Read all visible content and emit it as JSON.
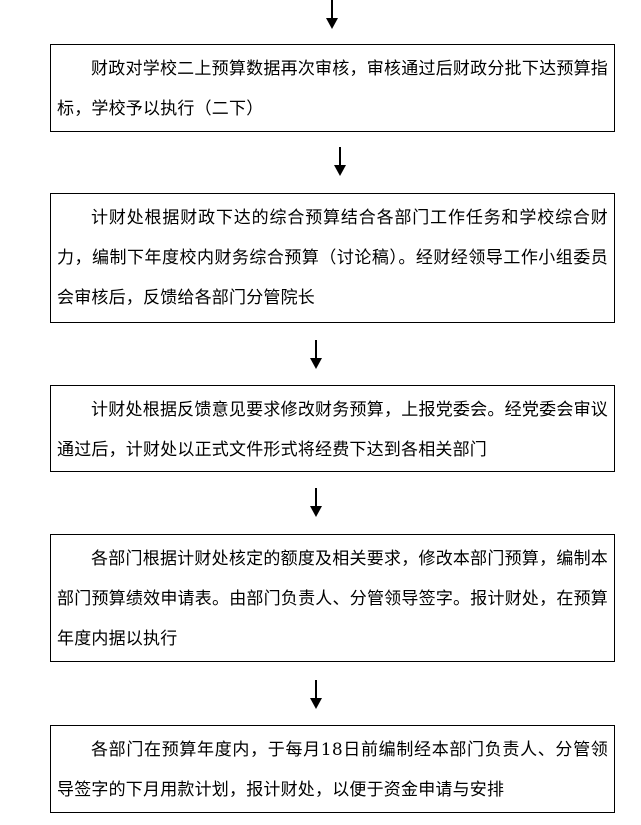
{
  "flow": {
    "steps": [
      {
        "text": "财政对学校二上预算数据再次审核，审核通过后财政分批下达预算指标，学校予以执行（二下）"
      },
      {
        "text": "计财处根据财政下达的综合预算结合各部门工作任务和学校综合财力，编制下年度校内财务综合预算（讨论稿）。经财经领导工作小组委员会审核后，反馈给各部门分管院长"
      },
      {
        "text": "计财处根据反馈意见要求修改财务预算，上报党委会。经党委会审议通过后，计财处以正式文件形式将经费下达到各相关部门"
      },
      {
        "text": "各部门根据计财处核定的额度及相关要求，修改本部门预算，编制本部门预算绩效申请表。由部门负责人、分管领导签字。报计财处，在预算年度内据以执行"
      },
      {
        "text": "各部门在预算年度内，于每月18日前编制经本部门负责人、分管领导签字的下月用款计划，报计财处，以便于资金申请与安排"
      }
    ]
  }
}
